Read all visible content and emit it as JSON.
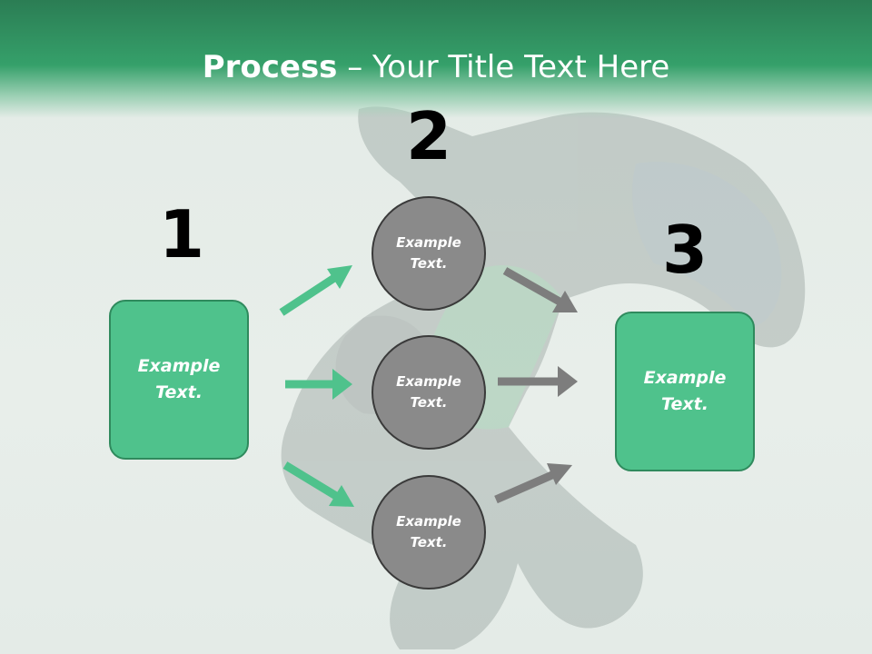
{
  "slide": {
    "title_bold": "Process",
    "title_rest": " – Your Title Text Here"
  },
  "steps": {
    "one": "1",
    "two": "2",
    "three": "3"
  },
  "left_box": {
    "text": "Example Text."
  },
  "right_box": {
    "text": "Example Text."
  },
  "circles": [
    {
      "text": "Example Text."
    },
    {
      "text": "Example Text."
    },
    {
      "text": "Example Text."
    }
  ],
  "colors": {
    "accent_green": "#4fc28c",
    "title_bar": "#35a06a",
    "circle_gray": "#8a8a8a",
    "arrow_gray": "#7d7d7d"
  }
}
